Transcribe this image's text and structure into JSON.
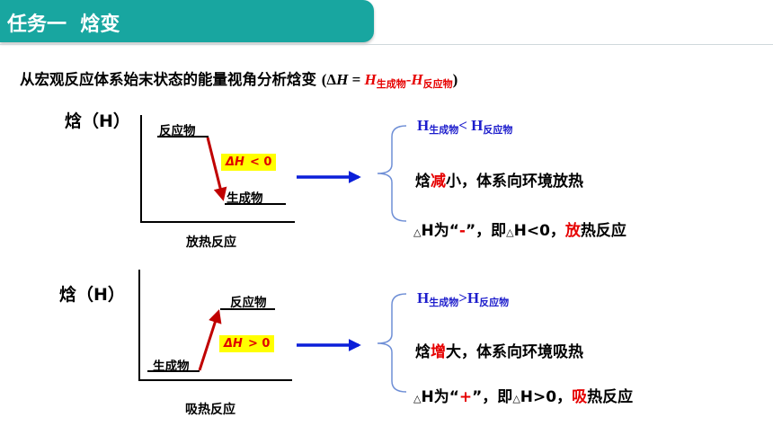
{
  "header": {
    "title": "任务一  焓变"
  },
  "subtitle": {
    "text": "从宏观反应体系始末状态的能量视角分析焓变",
    "formula_open": "(Δ",
    "formula_H": "H",
    "formula_eq": " = ",
    "H1": "H",
    "H1_sub": "生成物",
    "minus": "-",
    "H2": "H",
    "H2_sub": "反应物",
    "formula_close": ")"
  },
  "exothermic": {
    "axis_title": "焓（H）",
    "high_level_label": "反应物",
    "low_level_label": "生成物",
    "dh_symbol": "ΔH",
    "dh_relation": "< 0",
    "caption": "放热反应",
    "comparison": {
      "h1": "H",
      "h1_sub": "生成物",
      "op": "< ",
      "h2": "H",
      "h2_sub": "反应物"
    },
    "line2": {
      "a": "焓",
      "red": "减",
      "b": "小，体系向环境放热"
    },
    "line3": {
      "tri": "△",
      "a": "H为“",
      "sign": "-",
      "b": "”，即",
      "tri2": "△",
      "c": "H<0，",
      "red": "放",
      "d": "热反应"
    }
  },
  "endothermic": {
    "axis_title": "焓（H）",
    "high_level_label": "反应物",
    "low_level_label": "生成物",
    "dh_symbol": "ΔH",
    "dh_relation": "> 0",
    "caption": "吸热反应",
    "comparison": {
      "h1": "H",
      "h1_sub": "生成物",
      "op": ">",
      "h2": "H",
      "h2_sub": "反应物"
    },
    "line2": {
      "a": "焓",
      "red": "增",
      "b": "大，体系向环境吸热"
    },
    "line3": {
      "tri": "△",
      "a": "H为“",
      "sign": "+",
      "b": "”，即",
      "tri2": "△",
      "c": "H>0，",
      "red": "吸",
      "d": "热反应"
    }
  },
  "colors": {
    "header_bg": "#18a6a0",
    "accent_red": "#e60000",
    "arrow_blue": "#0b1fd9",
    "brace_blue": "#6f8fd6",
    "highlight": "#ffff00",
    "comparison_blue": "#1d1dcc"
  }
}
